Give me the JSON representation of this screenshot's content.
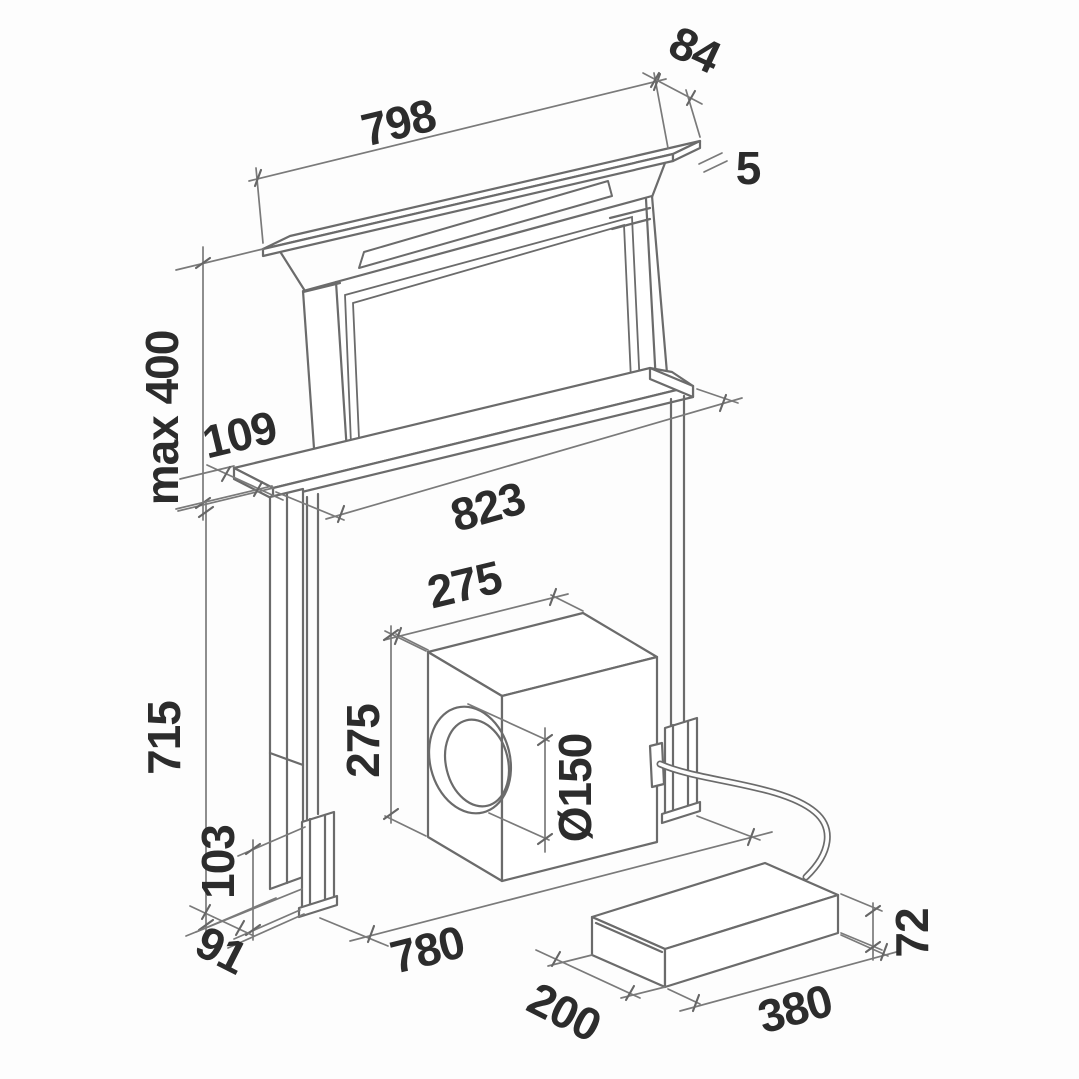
{
  "drawing": {
    "kind": "technical-dimension-drawing",
    "subject": "downdraft kitchen hood with motor box and control unit, isometric view",
    "units": "mm",
    "line_color": "#6b6b6b",
    "text_color": "#2c2c2c",
    "background": "#fdfdfd",
    "dimensions": {
      "top_width": "798",
      "top_depth": "84",
      "top_panel_thickness": "5",
      "lift_max_height": "max 400",
      "housing_depth": "109",
      "housing_width": "823",
      "motor_box_width": "275",
      "motor_box_height": "275",
      "duct_diameter": "Ø150",
      "leg_length": "715",
      "foot_height": "103",
      "foot_depth": "91",
      "base_span": "780",
      "control_box_depth": "200",
      "control_box_length": "380",
      "control_box_height": "72"
    }
  }
}
